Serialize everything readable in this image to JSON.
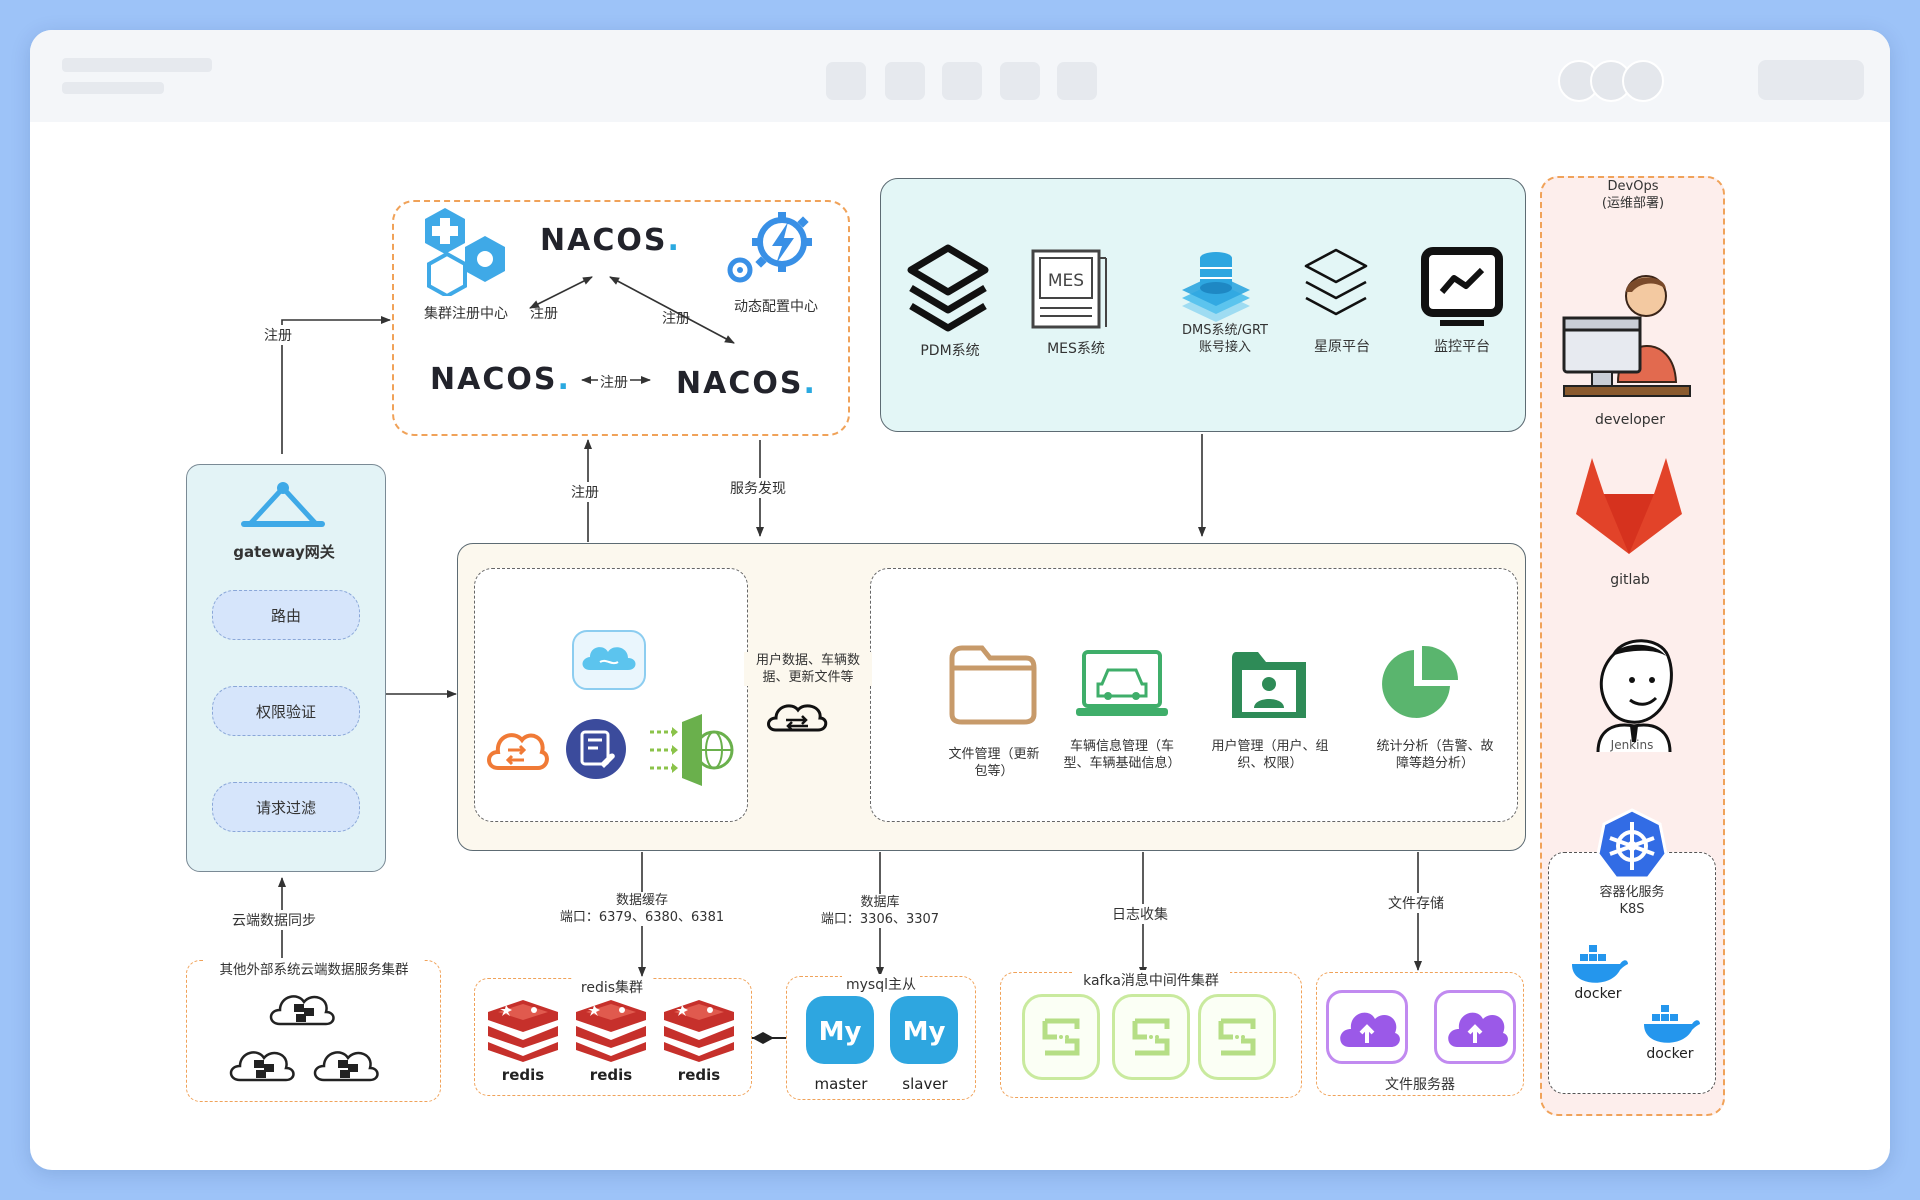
{
  "colors": {
    "background": "#9dc3f8",
    "orange_dashed": "#f0a259",
    "nacos_blue": "#2aa9e0",
    "redis_red": "#c6302b",
    "mysql_blue": "#2ea6e0",
    "gitlab_red": "#e24329",
    "k8s_blue": "#326ce5",
    "kafka_green": "#c9ea9e",
    "file_purple": "#9b59e8"
  },
  "nacos": {
    "logo_text": "NACOS",
    "cluster_registry_label": "集群注册中心",
    "dynamic_config_label": "动态配置中心",
    "register_left": "注册",
    "register_right": "注册",
    "register_middle": "注册"
  },
  "apps": {
    "items": [
      {
        "label": "PDM系统",
        "icon": "layers-stack-icon"
      },
      {
        "label": "MES系统",
        "icon": "mes-book-icon"
      },
      {
        "label": "DMS系统/GRT账号接入",
        "line1": "DMS系统/GRT",
        "line2": "账号接入",
        "icon": "database-stack-icon"
      },
      {
        "label": "星原平台",
        "icon": "layers-outline-icon"
      },
      {
        "label": "监控平台",
        "icon": "monitor-chart-icon"
      }
    ]
  },
  "devops": {
    "title_line1": "DevOps",
    "title_line2": "(运维部署)",
    "developer": "developer",
    "gitlab": "gitlab",
    "jenkins": "Jenkins",
    "k8s_line1": "容器化服务",
    "k8s_line2": "K8S",
    "docker_text": "docker"
  },
  "gateway": {
    "title": "gateway网关",
    "pills": [
      "路由",
      "权限验证",
      "请求过滤"
    ],
    "register_label": "注册",
    "cloud_sync_label": "云端数据同步"
  },
  "services": {
    "register_up": "注册",
    "service_discovery": "服务发现",
    "sync_text_line1": "用户数据、车辆数",
    "sync_text_line2": "据、更新文件等",
    "modules": [
      {
        "line1": "文件管理（更新",
        "line2": "包等）",
        "icon": "folder-icon"
      },
      {
        "line1": "车辆信息管理（车",
        "line2": "型、车辆基础信息）",
        "icon": "car-laptop-icon"
      },
      {
        "line1": "用户管理（用户、组",
        "line2": "织、权限）",
        "icon": "user-folder-icon"
      },
      {
        "line1": "统计分析（告警、故",
        "line2": "障等趋分析）",
        "icon": "pie-chart-icon"
      }
    ]
  },
  "edges": {
    "cache_line1": "数据缓存",
    "cache_line2": "端口：6379、6380、6381",
    "db_line1": "数据库",
    "db_line2": "端口：3306、3307",
    "log_collect": "日志收集",
    "file_storage": "文件存储"
  },
  "bottom": {
    "external_cluster_label": "其他外部系统云端数据服务集群",
    "redis_cluster_label": "redis集群",
    "redis_nodes": [
      "redis",
      "redis",
      "redis"
    ],
    "mysql_label": "mysql主从",
    "mysql_logo": "My",
    "mysql_nodes": [
      "master",
      "slaver"
    ],
    "kafka_label": "kafka消息中间件集群",
    "file_server_label": "文件服务器"
  }
}
